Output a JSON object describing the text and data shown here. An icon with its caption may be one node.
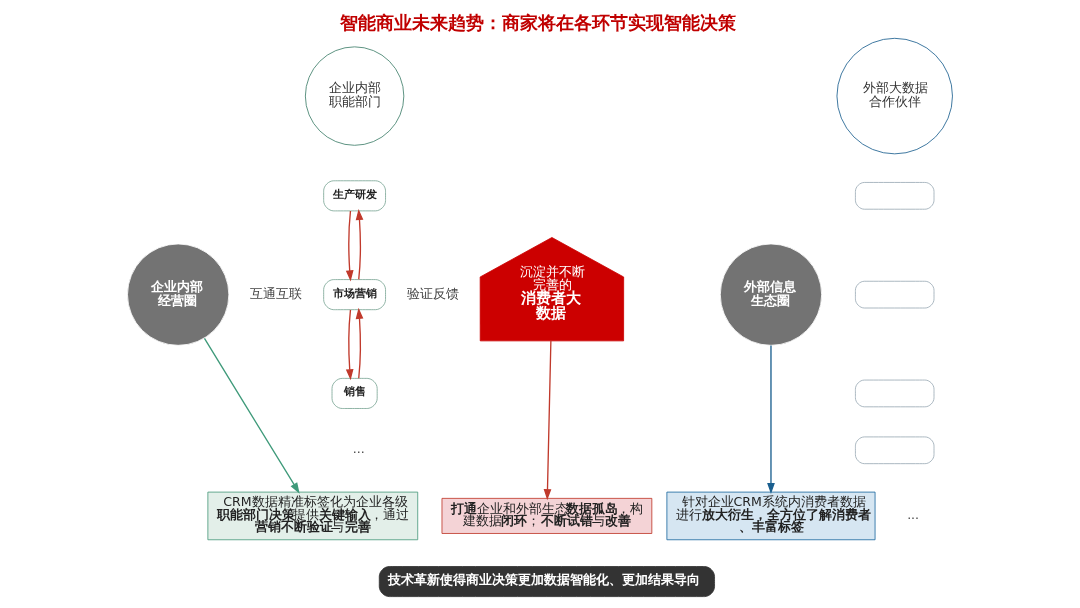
{
  "diagram": {
    "title": "智能商业未来趋势：商家将在各环节实现智能决策",
    "nodes": [
      {
        "text": [
          "企业内部职能部门"
        ]
      },
      {
        "text": [
          "生产研发"
        ]
      },
      {
        "text": [
          "市场营销"
        ]
      },
      {
        "text": [
          "销售"
        ]
      },
      {
        "text": [
          "企业内部经营圈"
        ]
      },
      {
        "text": [
          "沉淀并不断完善的",
          "消费者大数据"
        ]
      },
      {
        "text": [
          "外部信息生态圈"
        ]
      },
      {
        "text": [
          "外部大数据合作伙伴"
        ]
      },
      {
        "text": [],
        "shape": "box"
      },
      {
        "text": [],
        "shape": "box"
      },
      {
        "text": [],
        "shape": "box"
      },
      {
        "text": [],
        "shape": "box"
      },
      {
        "text": [
          "CRM数据精准标签化为企业各级**职能部门决策**提供**关键输入**，通过**营销不断验证**与**完善**"
        ]
      },
      {
        "text": [
          "**打通**企业和外部生态**数据孤岛**，构建数据**闭环**；**不断试错**与**改善**"
        ]
      },
      {
        "text": [
          "针对企业CRM系统内消费者数据进行**放大衍生，全方位了解消费者、丰富标签**"
        ]
      },
      {
        "text": [
          "技术革新使得商业决策更加数据智能化、更加结果导向"
        ]
      }
    ],
    "edges": [
      {
        "from": 1,
        "to": 2,
        "arrow": "to"
      },
      {
        "from": 2,
        "to": 3,
        "arrow": "to"
      },
      {
        "from": 2,
        "to": 1,
        "arrow": "to"
      },
      {
        "from": 3,
        "to": 2,
        "arrow": "to"
      },
      {
        "from": 4,
        "to": 12,
        "arrow": "to",
        "color": "#3f9a7a"
      },
      {
        "from": 5,
        "to": 13,
        "arrow": "to"
      },
      {
        "from": 6,
        "to": 14,
        "arrow": "to",
        "color": "#1a5f8f"
      }
    ],
    "labels": [
      "互通互联",
      "验证反馈",
      "...",
      "..."
    ]
  }
}
